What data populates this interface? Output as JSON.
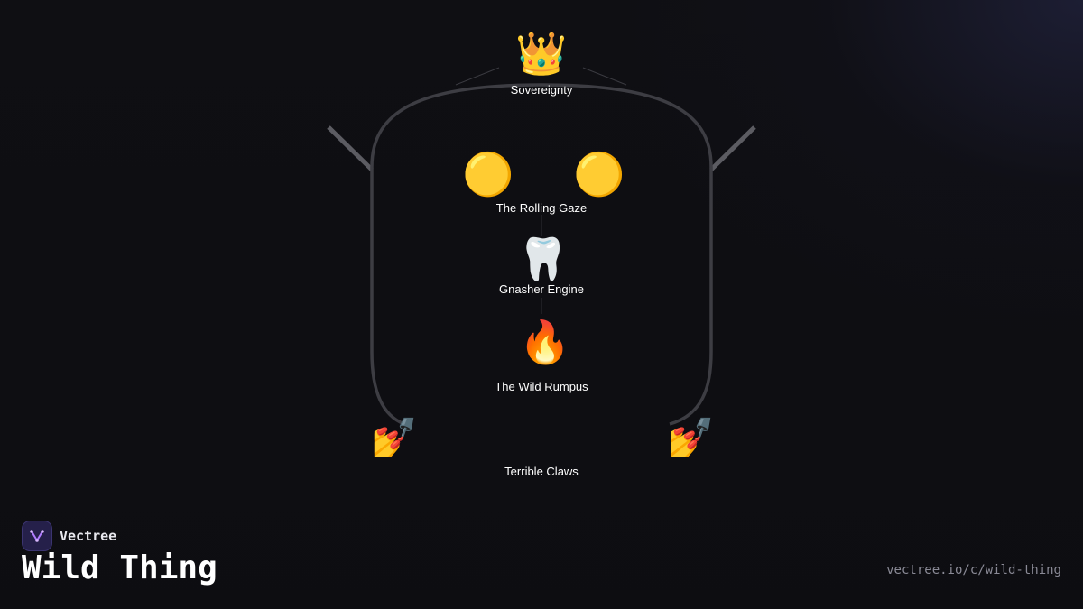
{
  "brand": {
    "name": "Vectree",
    "logo_icon": "vectree-logo-icon",
    "accent_color": "#b07cff"
  },
  "title": "Wild Thing",
  "url": "vectree.io/c/wild-thing",
  "nodes": {
    "sovereignty": {
      "icon": "crown-icon",
      "glyph": "👑",
      "label": "Sovereignty"
    },
    "rolling_gaze": {
      "icon": "yellow-circle-icon",
      "glyph": "🟡",
      "label": "The Rolling Gaze"
    },
    "gnasher_engine": {
      "icon": "tooth-icon",
      "glyph": "🦷",
      "label": "Gnasher Engine"
    },
    "wild_rumpus": {
      "icon": "fire-icon",
      "glyph": "🔥",
      "label": "The Wild Rumpus"
    },
    "terrible_claws": {
      "icon": "nail-polish-icon",
      "glyph": "💅",
      "label": "Terrible Claws"
    }
  },
  "colors": {
    "background": "#0f0f13",
    "outline": "#3c3c42",
    "horns": "#5a5a60",
    "connector": "#2e2e34",
    "label": "#ffffff"
  }
}
